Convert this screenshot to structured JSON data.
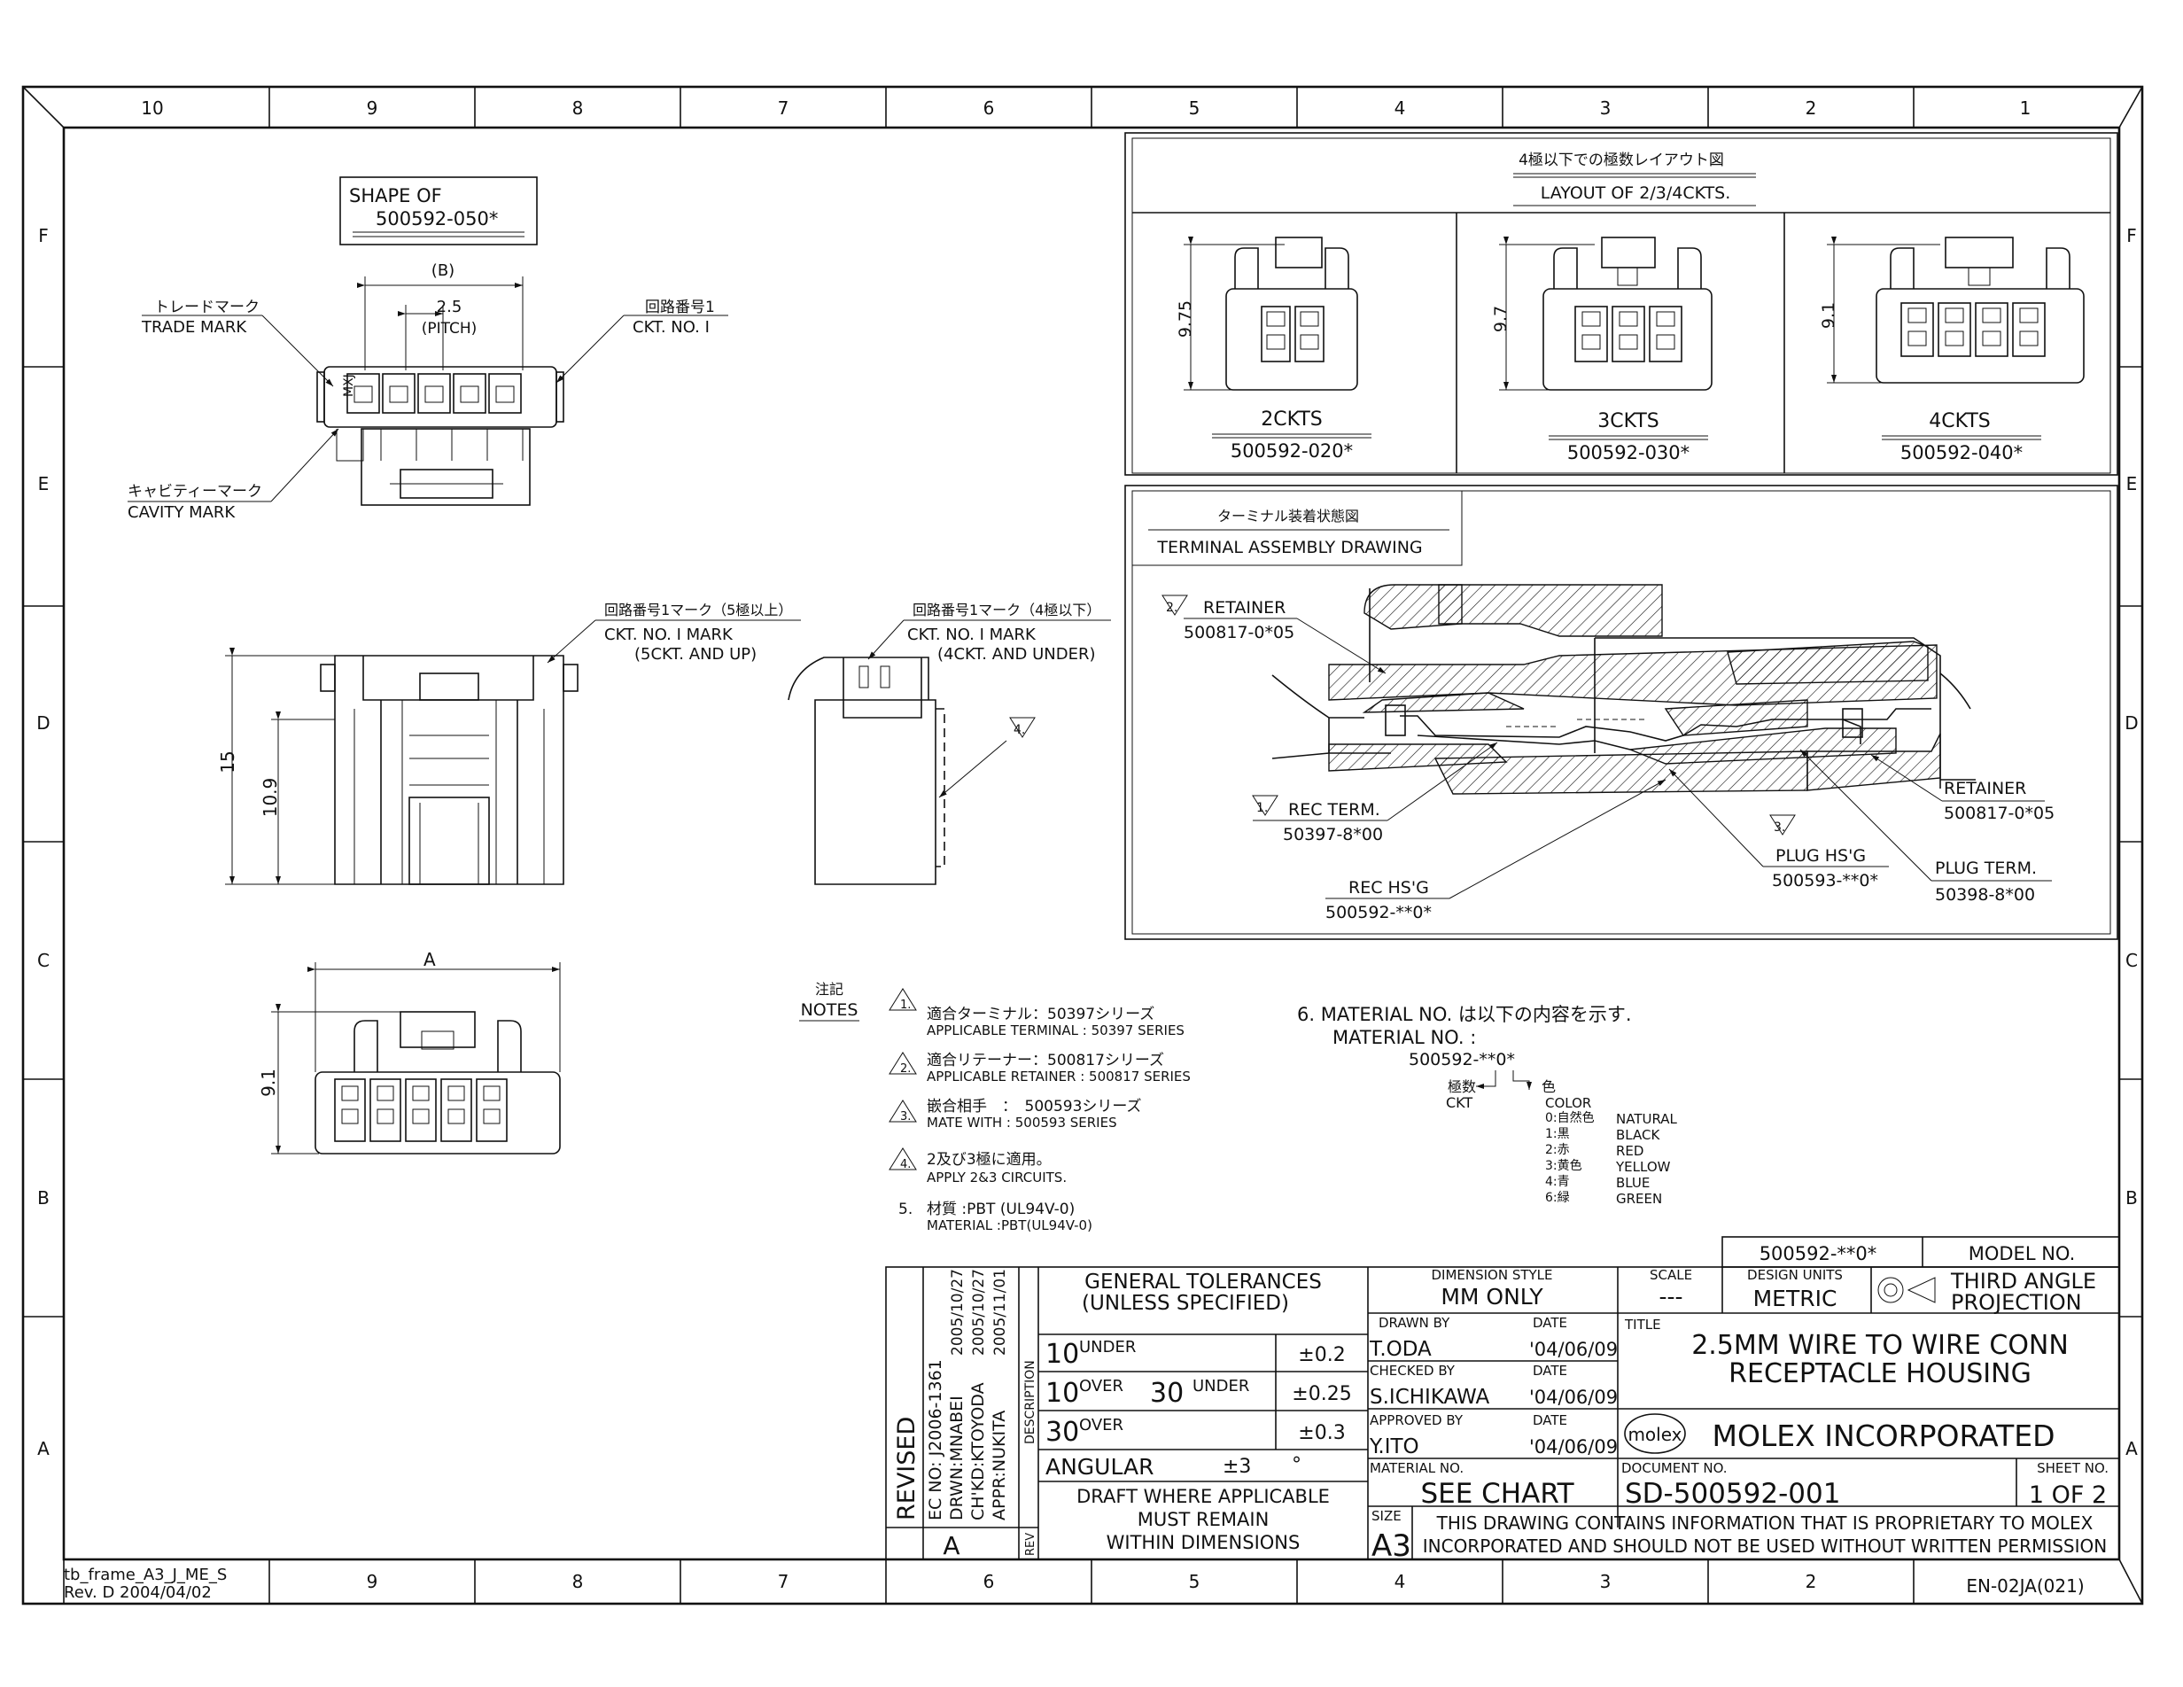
{
  "grid": {
    "columns_top": [
      "10",
      "9",
      "8",
      "7",
      "6",
      "5",
      "4",
      "3",
      "2",
      "1"
    ],
    "columns_bottom": [
      "9",
      "8",
      "7",
      "6",
      "5",
      "4",
      "3",
      "2"
    ],
    "rows": [
      "F",
      "E",
      "D",
      "C",
      "B",
      "A"
    ]
  },
  "frame_ref": {
    "name": "tb_frame_A3_J_ME_S",
    "rev": "Rev. D 2004/04/02",
    "form_code": "EN-02JA(021)"
  },
  "shape_view": {
    "title_line1": "SHAPE OF",
    "title_line2": "500592-050*",
    "dim_b": "(B)",
    "dim_pitch_value": "2.5",
    "dim_pitch_label": "(PITCH)",
    "trade_mark_jp": "トレードマーク",
    "trade_mark_en": "TRADE MARK",
    "ckt_no1_jp": "回路番号1",
    "ckt_no1_en": "CKT. NO. I",
    "cavity_mark_jp": "キャビティーマーク",
    "cavity_mark_en": "CAVITY MARK",
    "mxj": "MXJ"
  },
  "front_view": {
    "dim_15": "15",
    "dim_10_9": "10.9"
  },
  "mark_5ckt": {
    "jp": "回路番号1マーク（5極以上）",
    "en1": "CKT. NO. I MARK",
    "en2": "(5CKT. AND UP)"
  },
  "mark_4ckt": {
    "jp": "回路番号1マーク（4極以下）",
    "en1": "CKT. NO. I MARK",
    "en2": "(4CKT. AND UNDER)"
  },
  "note4_callout": "4.",
  "bottom_view": {
    "dim_a": "A",
    "dim_9_1": "9.1"
  },
  "layout_box": {
    "title_jp": "4極以下での極数レイアウト図",
    "title_en": "LAYOUT OF 2/3/4CKTS.",
    "items": [
      {
        "ckts": "2CKTS",
        "part": "500592-020*",
        "dim": "9.75"
      },
      {
        "ckts": "3CKTS",
        "part": "500592-030*",
        "dim": "9.7"
      },
      {
        "ckts": "4CKTS",
        "part": "500592-040*",
        "dim": "9.1"
      }
    ]
  },
  "assembly": {
    "title_jp": "ターミナル装着状態図",
    "title_en": "TERMINAL ASSEMBLY DRAWING",
    "retainer_left_num": "2.",
    "retainer_left": "RETAINER",
    "retainer_left_part": "500817-0*05",
    "retainer_right": "RETAINER",
    "retainer_right_part": "500817-0*05",
    "rec_term_num": "1.",
    "rec_term": "REC TERM.",
    "rec_term_part": "50397-8*00",
    "rec_hsg": "REC HS'G",
    "rec_hsg_part": "500592-**0*",
    "plug_hsg_num": "3.",
    "plug_hsg": "PLUG HS'G",
    "plug_hsg_part": "500593-**0*",
    "plug_term": "PLUG TERM.",
    "plug_term_part": "50398-8*00"
  },
  "notes": {
    "header_jp": "注記",
    "header_en": "NOTES",
    "items": [
      {
        "num": "1.",
        "jp": "適合ターミナル：50397シリーズ",
        "en": "APPLICABLE TERMINAL : 50397 SERIES"
      },
      {
        "num": "2.",
        "jp": "適合リテーナー：500817シリーズ",
        "en": "APPLICABLE RETAINER : 500817 SERIES"
      },
      {
        "num": "3.",
        "jp": "嵌合相手　：　500593シリーズ",
        "en": "MATE WITH : 500593 SERIES"
      },
      {
        "num": "4.",
        "jp": "2及び3極に適用。",
        "en": "APPLY 2&3 CIRCUITS."
      },
      {
        "num": "5.",
        "jp": "材質 :PBT (UL94V-0)",
        "en": "MATERIAL :PBT(UL94V-0)"
      }
    ],
    "note6_line1": "6.  MATERIAL NO. は以下の内容を示す.",
    "note6_line2": "MATERIAL NO. :",
    "note6_part": "500592-**0*",
    "ckt_jp": "極数",
    "ckt_en": "CKT",
    "color_jp": "色",
    "color_en": "COLOR",
    "colors": [
      {
        "code": "0:自然色",
        "name": "NATURAL"
      },
      {
        "code": "1:黒",
        "name": "BLACK"
      },
      {
        "code": "2:赤",
        "name": "RED"
      },
      {
        "code": "3:黄色",
        "name": "YELLOW"
      },
      {
        "code": "4:青",
        "name": "BLUE"
      },
      {
        "code": "6:緑",
        "name": "GREEN"
      }
    ]
  },
  "title_block": {
    "model_part": "500592-**0*",
    "model_label": "MODEL NO.",
    "revised": "REVISED",
    "ec_no": "EC NO: J2006-1361",
    "drwn": "DRWN:MNABEI",
    "chkd": "CH'KD:KTOYODA",
    "appr": "APPR:NUKITA",
    "date1": "2005/10/27",
    "date2": "2005/10/27",
    "date3": "2005/11/01",
    "description_label": "DESCRIPTION",
    "rev_label": "REV",
    "rev_value": "A",
    "gen_tol_1": "GENERAL TOLERANCES",
    "gen_tol_2": "(UNLESS SPECIFIED)",
    "tol_row1_a": "10",
    "tol_row1_b": "UNDER",
    "tol_row1_val": "±0.2",
    "tol_row2_a": "10",
    "tol_row2_b": "OVER",
    "tol_row2_c": "30",
    "tol_row2_d": "UNDER",
    "tol_row2_val": "±0.25",
    "tol_row3_a": "30",
    "tol_row3_b": "OVER",
    "tol_row3_val": "±0.3",
    "angular": "ANGULAR",
    "angular_val": "±3",
    "angular_unit": "°",
    "draft_1": "DRAFT WHERE APPLICABLE",
    "draft_2": "MUST REMAIN",
    "draft_3": "WITHIN DIMENSIONS",
    "dim_style_label": "DIMENSION STYLE",
    "dim_style": "MM ONLY",
    "scale_label": "SCALE",
    "scale": "---",
    "design_units_label": "DESIGN UNITS",
    "design_units": "METRIC",
    "projection_1": "THIRD ANGLE",
    "projection_2": "PROJECTION",
    "drawn_by_label": "DRAWN BY",
    "drawn_by": "T.ODA",
    "date_label": "DATE",
    "drawn_date": "'04/06/09",
    "checked_by_label": "CHECKED BY",
    "checked_by": "S.ICHIKAWA",
    "checked_date": "'04/06/09",
    "approved_by_label": "APPROVED BY",
    "approved_by": "Y.ITO",
    "approved_date": "'04/06/09",
    "title_label": "TITLE",
    "title_1": "2.5MM WIRE TO WIRE CONN",
    "title_2": "RECEPTACLE HOUSING",
    "logo": "molex",
    "company": "MOLEX INCORPORATED",
    "material_label": "MATERIAL NO.",
    "material": "SEE CHART",
    "document_label": "DOCUMENT NO.",
    "document": "SD-500592-001",
    "sheet_label": "SHEET NO.",
    "sheet": "1 OF 2",
    "size_label": "SIZE",
    "size": "A3",
    "proprietary_1": "THIS DRAWING CONTAINS INFORMATION THAT IS PROPRIETARY TO MOLEX",
    "proprietary_2": "INCORPORATED AND SHOULD NOT BE USED WITHOUT WRITTEN PERMISSION"
  }
}
